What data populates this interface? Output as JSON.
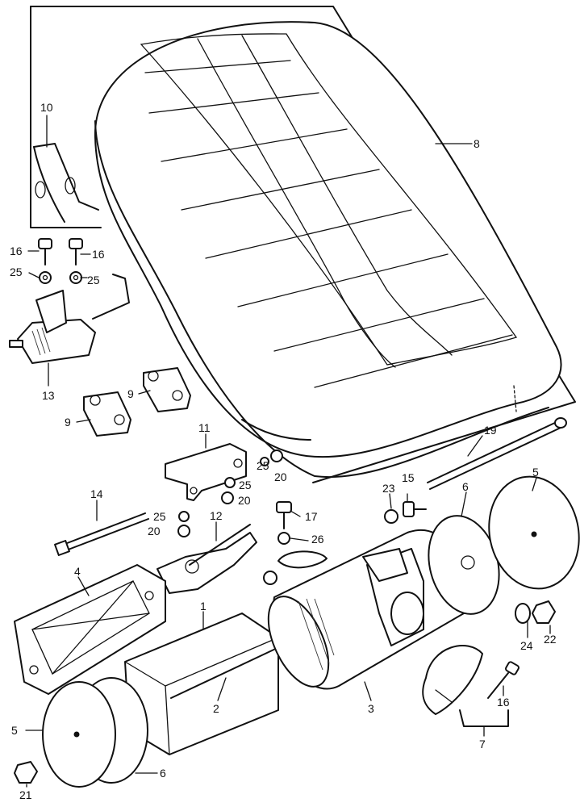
{
  "labels": {
    "l1": "1",
    "l2": "2",
    "l3": "3",
    "l4": "4",
    "l5a": "5",
    "l5b": "5",
    "l6a": "6",
    "l6b": "6",
    "l7": "7",
    "l8": "8",
    "l9a": "9",
    "l9b": "9",
    "l10": "10",
    "l11": "11",
    "l12": "12",
    "l13": "13",
    "l14": "14",
    "l15": "15",
    "l16a": "16",
    "l16b": "16",
    "l16c": "16",
    "l17": "17",
    "l19": "19",
    "l20a": "20",
    "l20b": "20",
    "l20c": "20",
    "l21": "21",
    "l22": "22",
    "l23": "23",
    "l24": "24",
    "l25a": "25",
    "l25b": "25",
    "l25c": "25",
    "l25d": "25",
    "l25e": "25",
    "l26": "26"
  }
}
